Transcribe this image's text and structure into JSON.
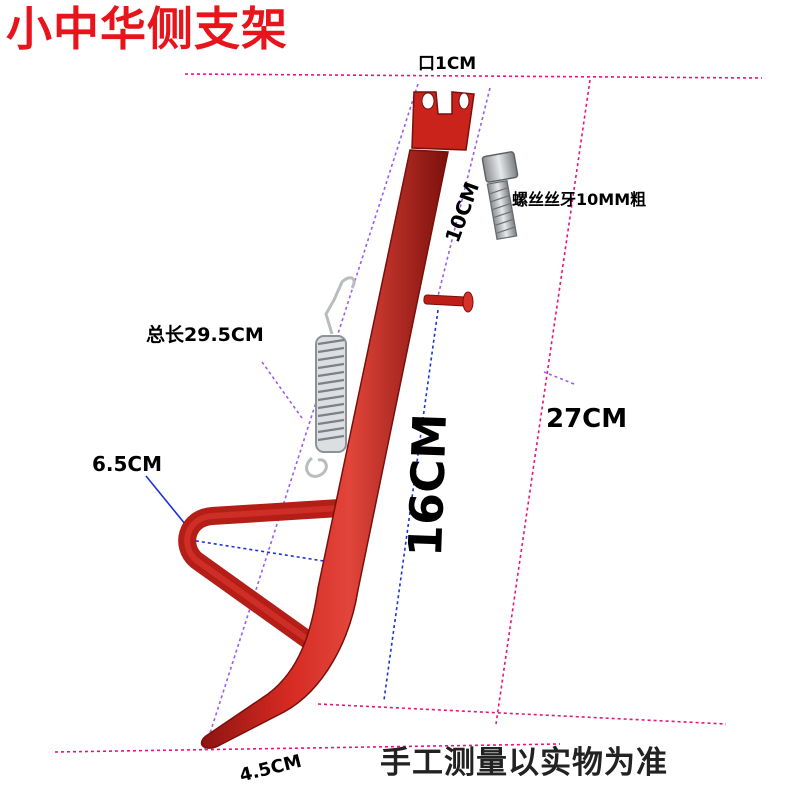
{
  "title": "小中华侧支架",
  "labels": {
    "top_hole": "口1CM",
    "bolt": "螺丝丝牙10MM粗",
    "ten_cm": "10CM",
    "total_length": "总长29.5CM",
    "twenty_seven": "27CM",
    "six_five": "6.5CM",
    "sixteen": "16CM",
    "four_five": "4.5CM"
  },
  "footer": "手工测量以实物为准",
  "colors": {
    "title": "#e8141c",
    "stand": "#c4221c",
    "pink_guide": "#e8147a",
    "purple_guide": "#9a5cf0",
    "blue_guide": "#1c32d8"
  }
}
